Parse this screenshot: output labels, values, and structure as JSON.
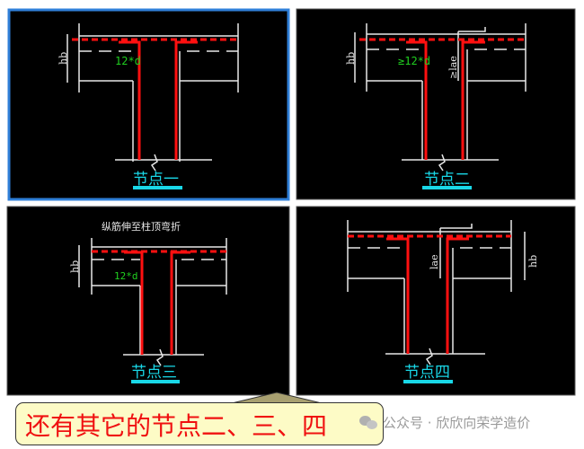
{
  "panels": [
    {
      "label": "节点一",
      "dim_top": "hb",
      "anchor": "12*d",
      "selected": true
    },
    {
      "label": "节点二",
      "dim_top": "hb",
      "anchor": "≥12*d",
      "lae": "≥lae"
    },
    {
      "label": "节点三",
      "dim_top": "hb",
      "anchor": "12*d",
      "title": "纵筋伸至柱顶弯折"
    },
    {
      "label": "节点四",
      "dim_right": "hb",
      "lae": "lae"
    }
  ],
  "callout": {
    "text": "还有其它的节点二、三、四"
  },
  "watermark": {
    "text": "公众号 · 欣欣向荣学造价",
    "icon": "wechat-icon"
  },
  "colors": {
    "rebar": "#ff1010",
    "label": "#19d8e8",
    "anchor_text": "#20d020",
    "selection": "#2f7fd8",
    "callout_bg": "#fdfbc6",
    "callout_text": "#f01010"
  }
}
